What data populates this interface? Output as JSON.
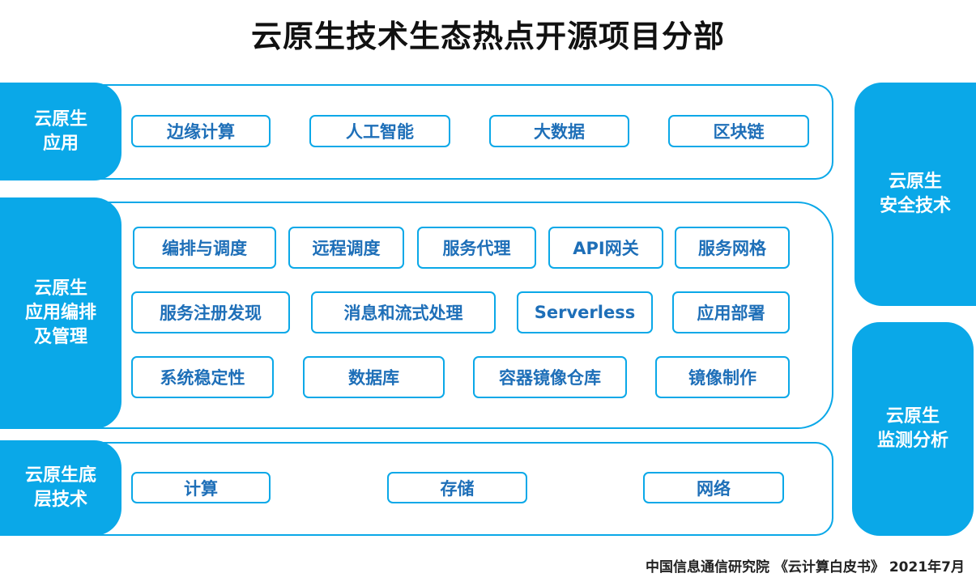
{
  "title": "云原生技术生态热点开源项目分部",
  "layers": [
    {
      "label": "云原生\n应用",
      "items": [
        "边缘计算",
        "人工智能",
        "大数据",
        "区块链"
      ]
    },
    {
      "label": "云原生\n应用编排\n及管理",
      "items": [
        "编排与调度",
        "远程调度",
        "服务代理",
        "API网关",
        "服务网格",
        "服务注册发现",
        "消息和流式处理",
        "Serverless",
        "应用部署",
        "系统稳定性",
        "数据库",
        "容器镜像仓库",
        "镜像制作"
      ]
    },
    {
      "label": "云原生底\n层技术",
      "items": [
        "计算",
        "存储",
        "网络"
      ]
    }
  ],
  "side_panels": [
    "云原生\n安全技术",
    "云原生\n监测分析"
  ],
  "source": "中国信息通信研究院 《云计算白皮书》 2021年7月",
  "colors": {
    "accent": "#0aa8e8",
    "item_text": "#1e6fb8"
  }
}
